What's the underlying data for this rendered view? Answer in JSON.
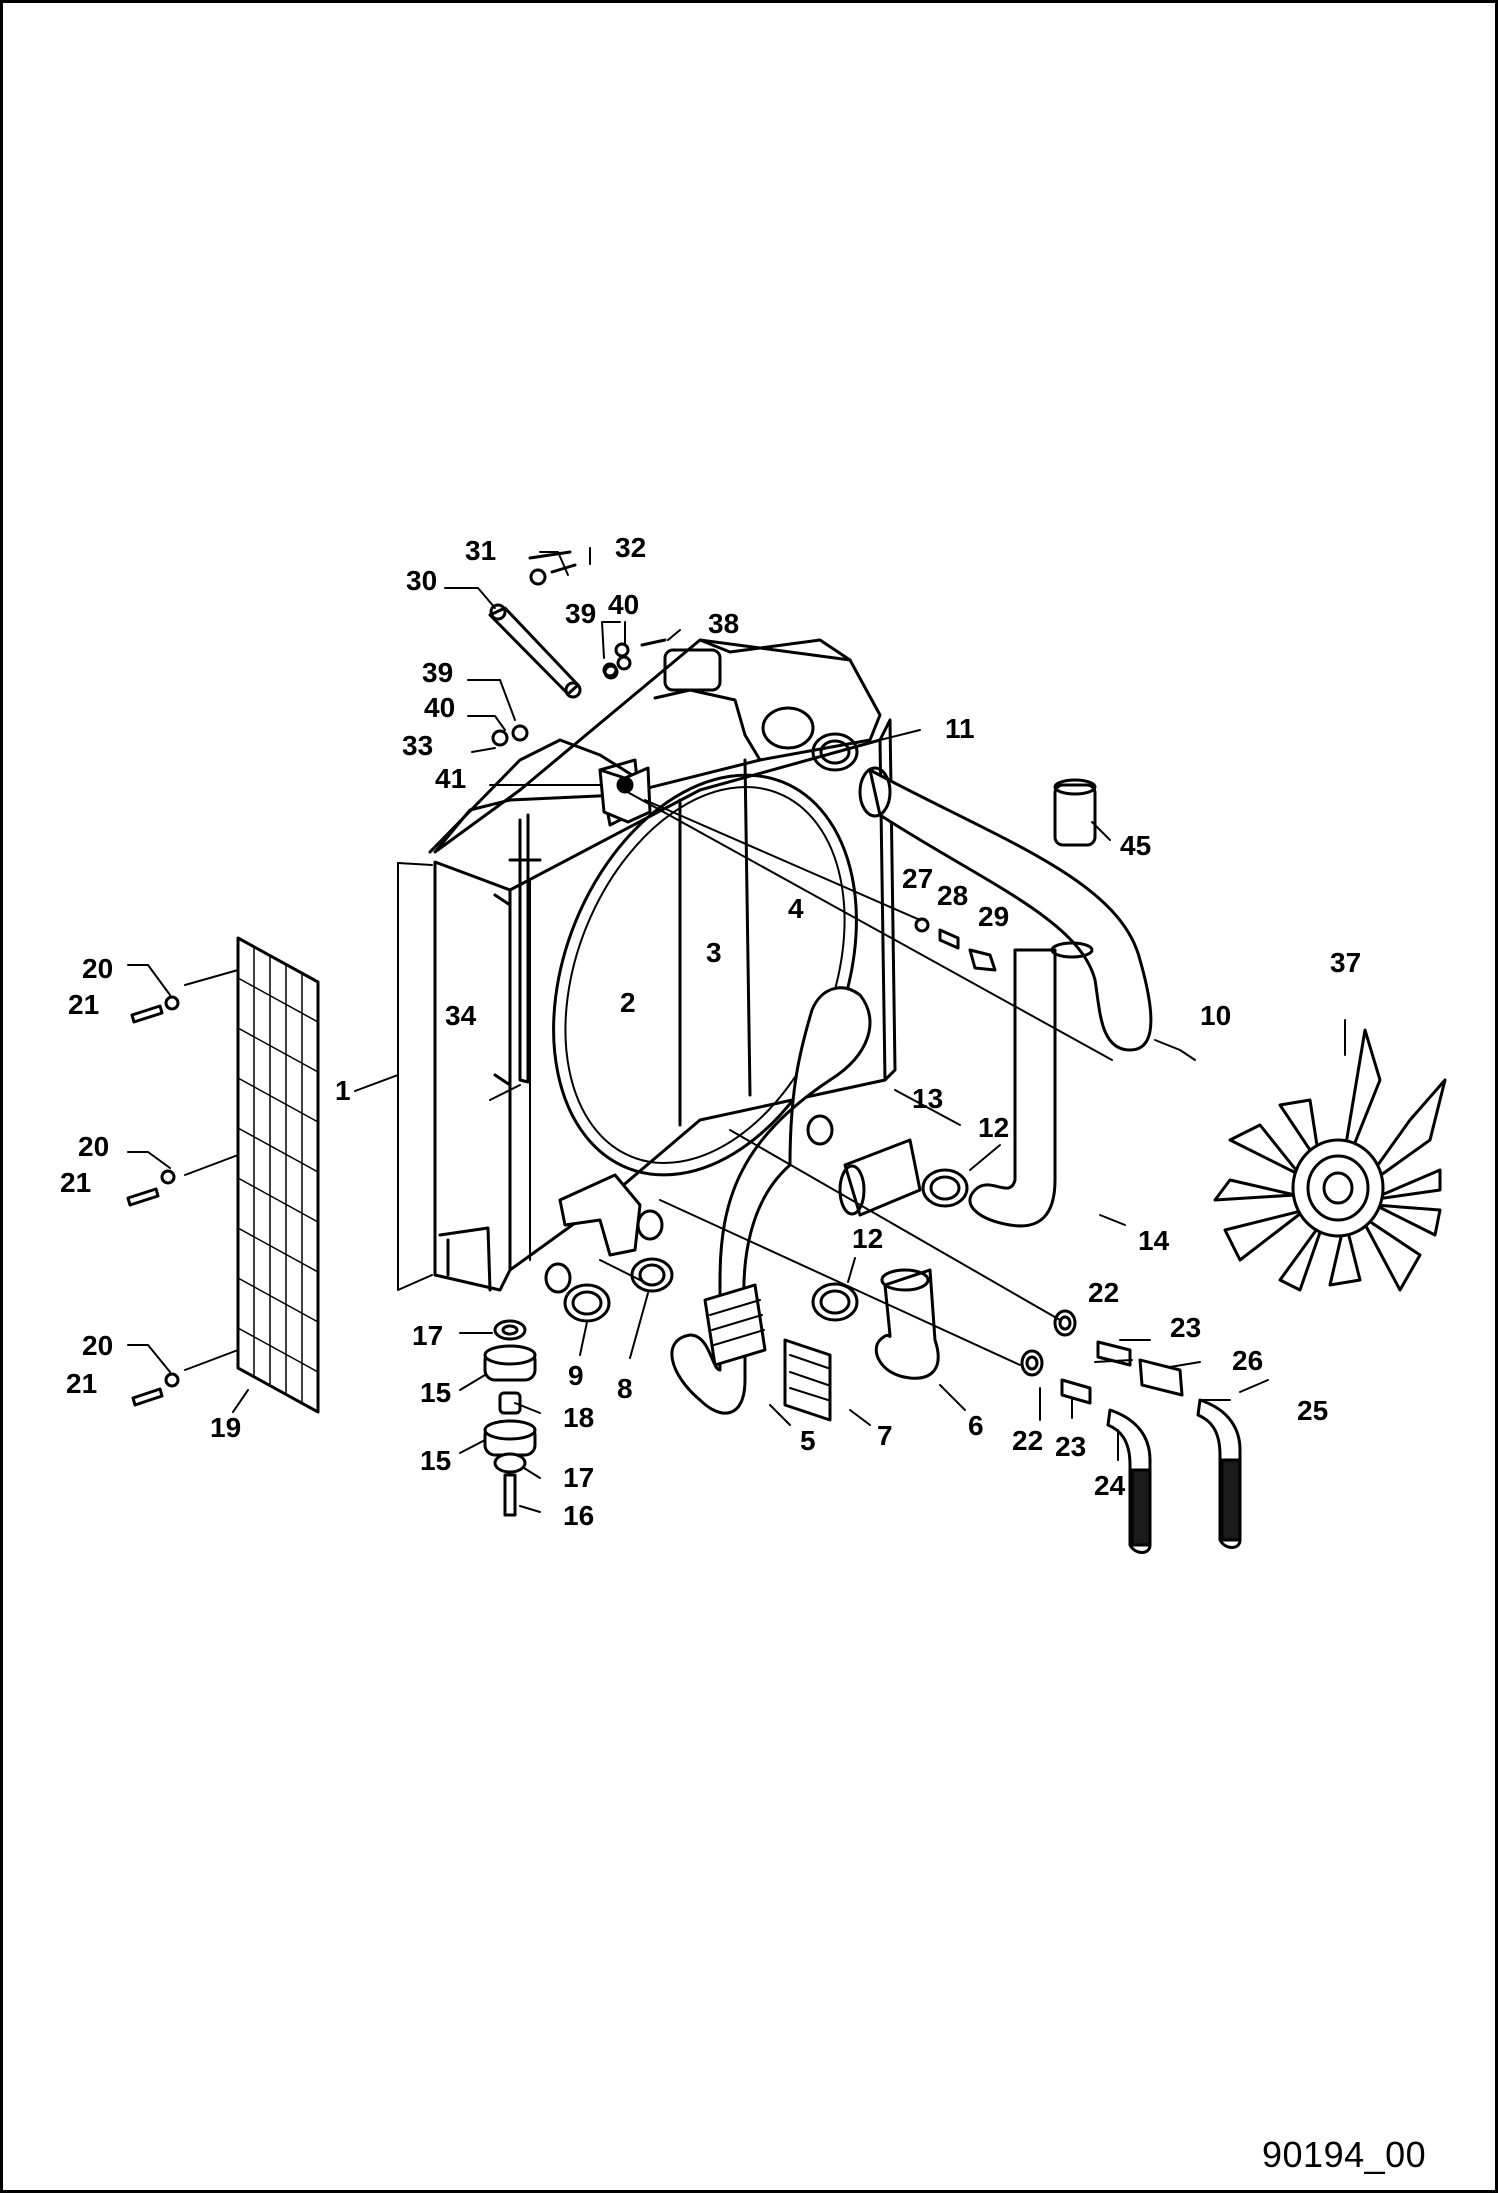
{
  "drawing_number": "90194_00",
  "colors": {
    "ink": "#000000",
    "paper": "#ffffff",
    "panel": "#f2f2f2",
    "hose": "#ffffff",
    "dark": "#1a1a1a"
  },
  "callouts": {
    "c1": "1",
    "c2": "2",
    "c3": "3",
    "c4": "4",
    "c5": "5",
    "c6": "6",
    "c7": "7",
    "c8": "8",
    "c9": "9",
    "c10": "10",
    "c11": "11",
    "c12a": "12",
    "c12b": "12",
    "c13": "13",
    "c14": "14",
    "c15a": "15",
    "c15b": "15",
    "c16": "16",
    "c17a": "17",
    "c17b": "17",
    "c18": "18",
    "c19": "19",
    "c20a": "20",
    "c20b": "20",
    "c20c": "20",
    "c21a": "21",
    "c21b": "21",
    "c21c": "21",
    "c22a": "22",
    "c22b": "22",
    "c23a": "23",
    "c23b": "23",
    "c24": "24",
    "c25": "25",
    "c26": "26",
    "c27": "27",
    "c28": "28",
    "c29": "29",
    "c30": "30",
    "c31": "31",
    "c32": "32",
    "c33": "33",
    "c34": "34",
    "c37": "37",
    "c38": "38",
    "c39a": "39",
    "c39b": "39",
    "c40a": "40",
    "c40b": "40",
    "c41": "41",
    "c45": "45"
  }
}
